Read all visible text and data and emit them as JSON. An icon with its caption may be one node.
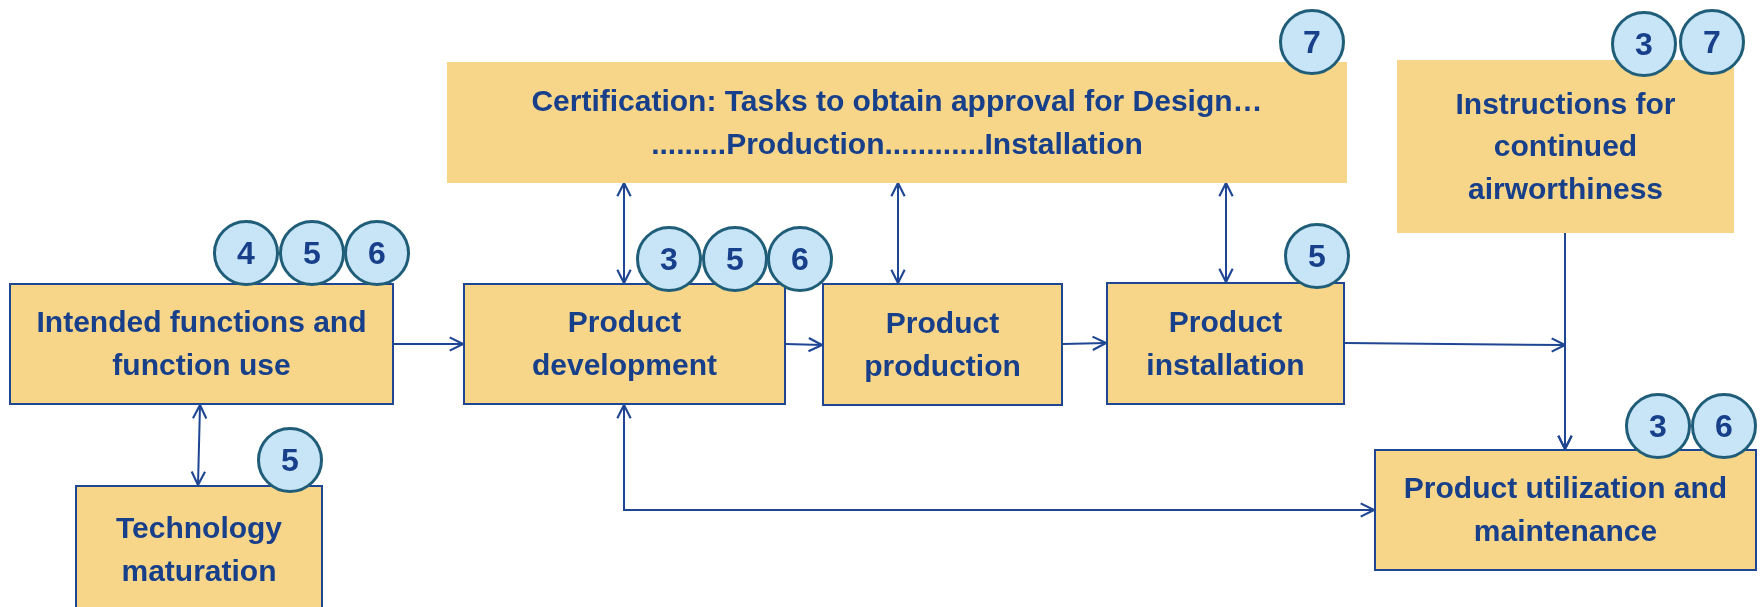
{
  "diagram": {
    "nodes": [
      {
        "text": [
          "Certification: Tasks to obtain approval for Design… .........Production............Installation"
        ]
      },
      {
        "text": [
          "Instructions for continued airworthiness"
        ]
      },
      {
        "text": [
          "Intended functions and function use"
        ]
      },
      {
        "text": [
          "Product development"
        ]
      },
      {
        "text": [
          "Product production"
        ]
      },
      {
        "text": [
          "Product installation"
        ]
      },
      {
        "text": [
          "Technology maturation"
        ]
      },
      {
        "text": [
          "Product utilization and maintenance"
        ]
      },
      {
        "text": [
          "7"
        ]
      },
      {
        "text": [
          "3"
        ]
      },
      {
        "text": [
          "7"
        ]
      },
      {
        "text": [
          "4"
        ]
      },
      {
        "text": [
          "5"
        ]
      },
      {
        "text": [
          "6"
        ]
      },
      {
        "text": [
          "3"
        ]
      },
      {
        "text": [
          "5"
        ]
      },
      {
        "text": [
          "6"
        ]
      },
      {
        "text": [
          "5"
        ]
      },
      {
        "text": [
          "5"
        ]
      },
      {
        "text": [
          "3"
        ]
      },
      {
        "text": [
          "6"
        ]
      }
    ],
    "edges": [
      {
        "from": 2,
        "to": 3,
        "arrow": "to"
      },
      {
        "from": 2,
        "to": 6,
        "arrow": "both"
      },
      {
        "from": 0,
        "to": 3,
        "arrow": "both"
      },
      {
        "from": 0,
        "to": 4,
        "arrow": "both"
      },
      {
        "from": 0,
        "to": 5,
        "arrow": "both"
      },
      {
        "from": 3,
        "to": 4,
        "arrow": "to"
      },
      {
        "from": 4,
        "to": 5,
        "arrow": "to"
      },
      {
        "from": 5,
        "to": 7,
        "arrow": "to"
      },
      {
        "from": 1,
        "to": 7,
        "arrow": "to"
      },
      {
        "from": 3,
        "to": 7,
        "arrow": "both"
      }
    ]
  }
}
